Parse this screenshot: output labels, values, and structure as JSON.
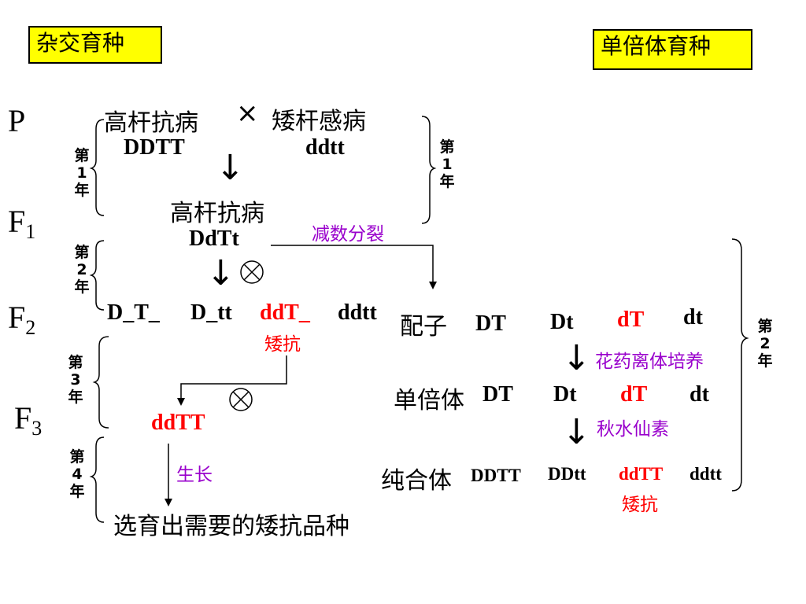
{
  "titles": {
    "left": "杂交育种",
    "right": "单倍体育种"
  },
  "generations": {
    "p": "P",
    "f1": "F",
    "f1_sub": "1",
    "f2": "F",
    "f2_sub": "2",
    "f3": "F",
    "f3_sub": "3"
  },
  "year_brackets": {
    "left_year1": [
      "第",
      "1",
      "年"
    ],
    "left_year2": [
      "第",
      "2",
      "年"
    ],
    "left_year3": [
      "第",
      "3",
      "年"
    ],
    "left_year4": [
      "第",
      "4",
      "年"
    ],
    "mid_year1": [
      "第",
      "1",
      "年"
    ],
    "right_year2": [
      "第",
      "2",
      "年"
    ]
  },
  "parents": {
    "left_phenotype": "高杆抗病",
    "cross_symbol": "×",
    "right_phenotype": "矮杆感病",
    "left_genotype": "DDTT",
    "right_genotype": "ddtt"
  },
  "f1": {
    "phenotype": "高杆抗病",
    "genotype": "DdTt",
    "meiosis_label": "减数分裂"
  },
  "f2": {
    "genotypes": [
      "D_T_",
      "D_tt",
      "ddT_",
      "ddtt"
    ],
    "selected_note": "矮抗"
  },
  "f3": {
    "genotype": "ddTT",
    "grow_label": "生长",
    "result": "选育出需要的矮抗品种"
  },
  "haploid": {
    "gametes_label": "配子",
    "gametes": [
      "DT",
      "Dt",
      "dT",
      "dt"
    ],
    "anther_label": "花药离体培养",
    "haploid_label": "单倍体",
    "haploids": [
      "DT",
      "Dt",
      "dT",
      "dt"
    ],
    "colchicine_label": "秋水仙素",
    "homozygote_label": "纯合体",
    "homozygotes": [
      "DDTT",
      "DDtt",
      "ddTT",
      "ddtt"
    ],
    "homozygote_note": "矮抗"
  },
  "colors": {
    "highlight_box": "#ffff00",
    "selected": "#ff0000",
    "process": "#9900cc"
  },
  "symbols": {
    "down_arrow": "↓",
    "self_cross": "⊗"
  }
}
